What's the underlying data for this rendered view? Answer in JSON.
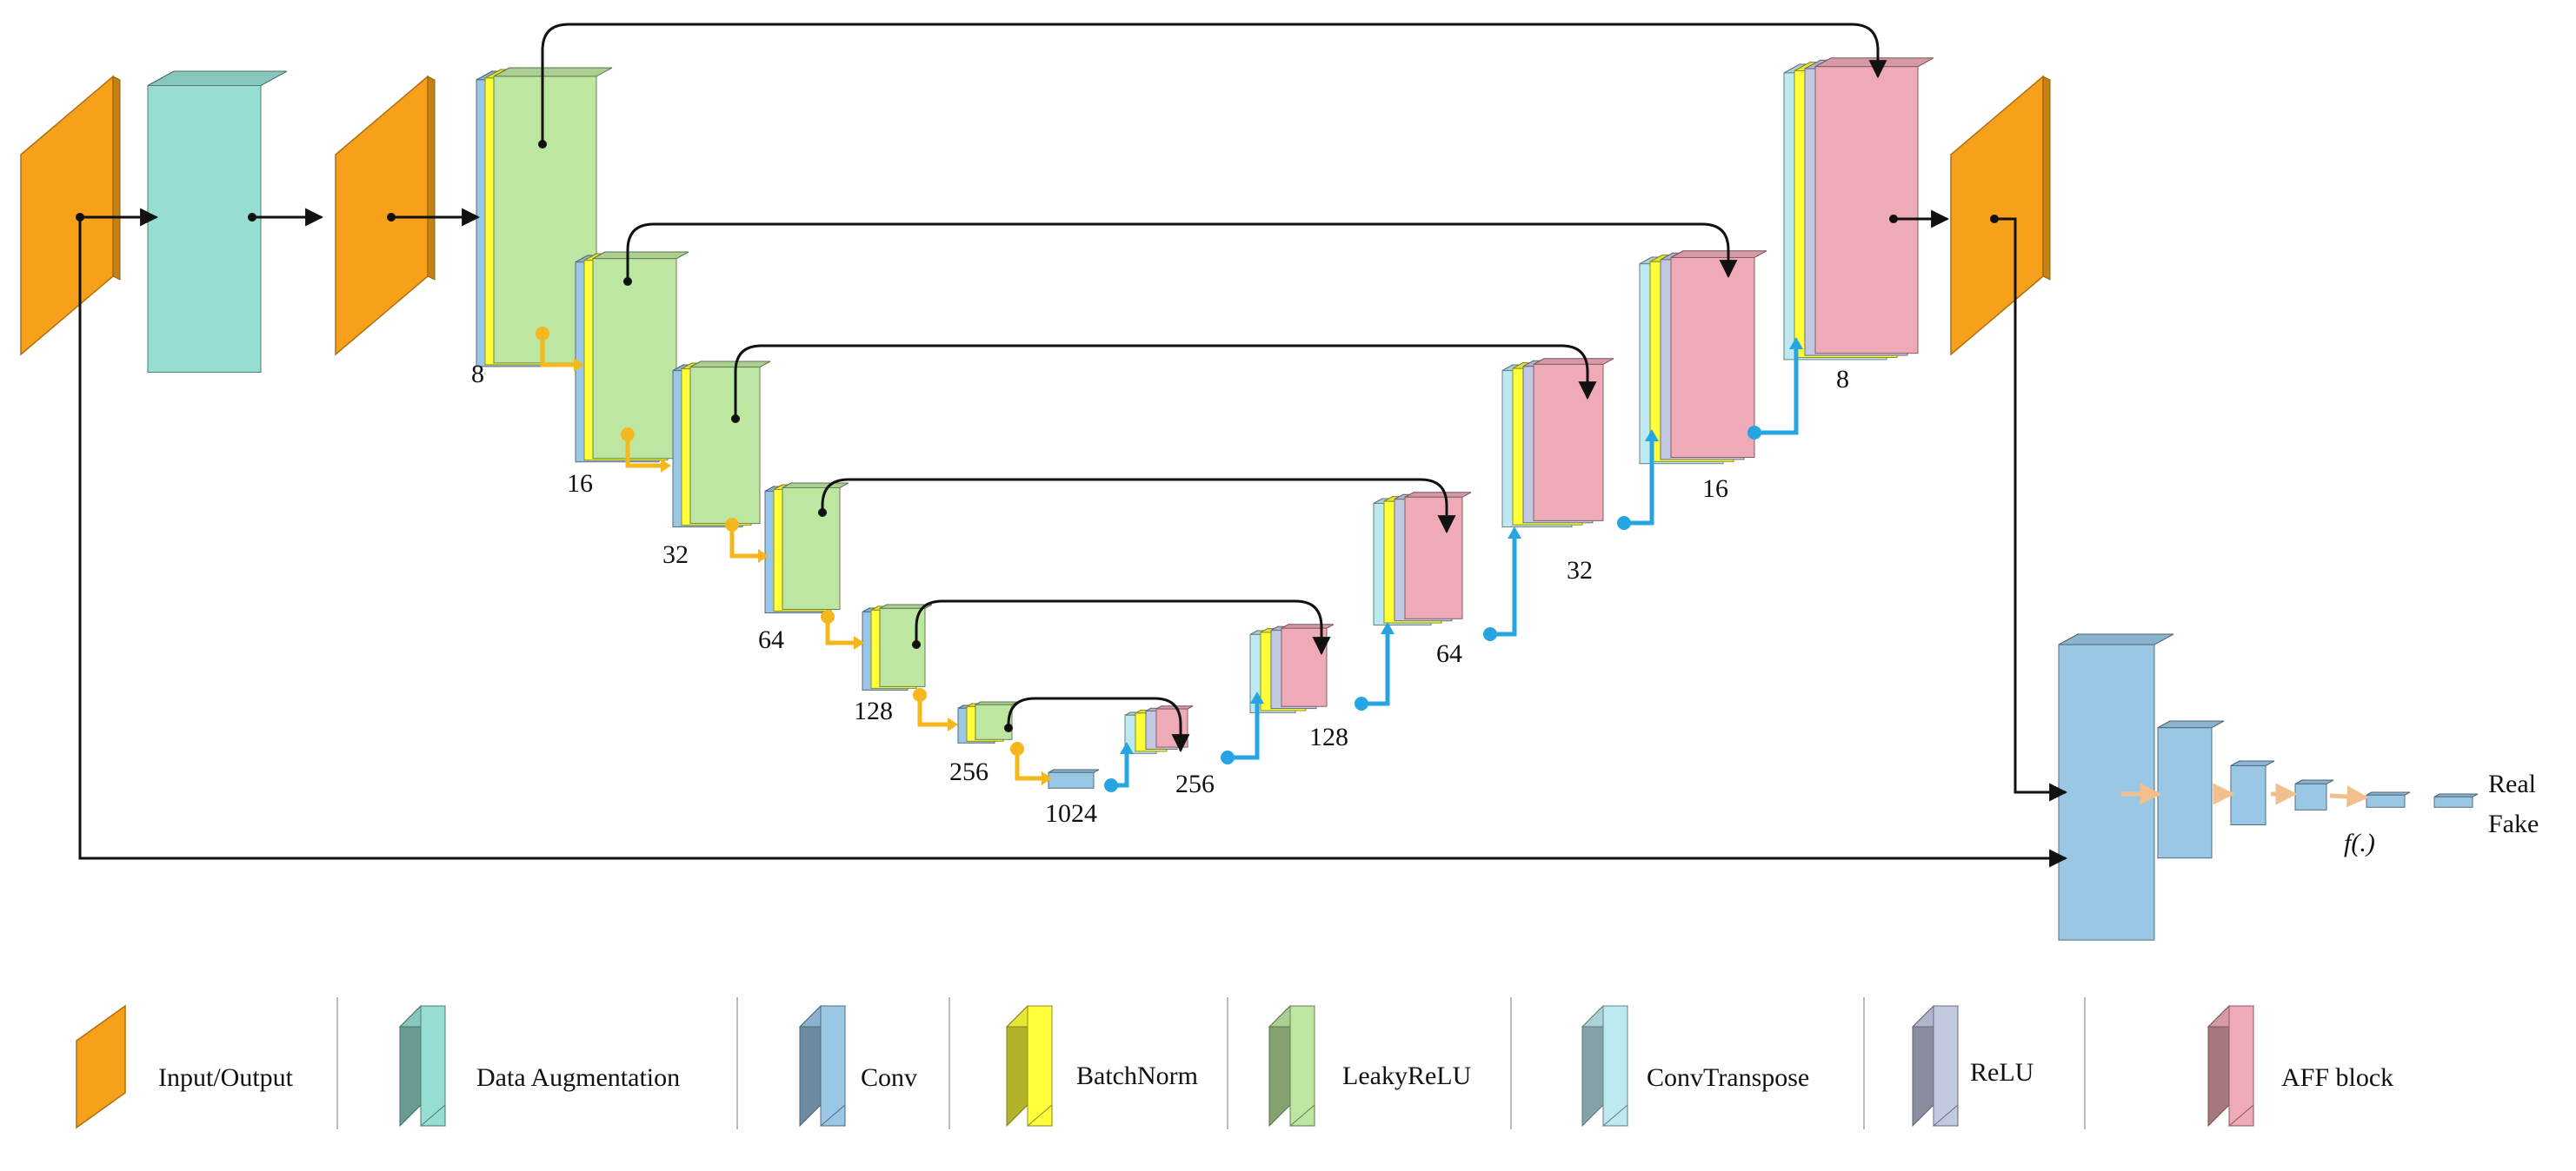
{
  "colors": {
    "io": "#f7a11a",
    "aug": "#96ddd2",
    "conv": "#9ac7e6",
    "bn": "#ffff3a",
    "leaky": "#bde6a0",
    "convT": "#bde9f1",
    "relu": "#c4c9e2",
    "aff": "#eeaab7",
    "down_arrow": "#f4b81e",
    "up_arrow": "#27a5e2",
    "skip": "#111111",
    "disc_arrow": "#f3bf8d"
  },
  "encoder_labels": [
    "8",
    "16",
    "32",
    "64",
    "128",
    "256"
  ],
  "bottleneck_label": "1024",
  "decoder_labels": [
    "256",
    "128",
    "64",
    "32",
    "16",
    "8"
  ],
  "discriminator": {
    "function_label": "f(.)",
    "real_label": "Real",
    "fake_label": "Fake"
  },
  "legend": [
    {
      "icon": "io-block-icon",
      "color_key": "io",
      "label": "Input/Output"
    },
    {
      "icon": "data-augmentation-block-icon",
      "color_key": "aug",
      "label": "Data Augmentation"
    },
    {
      "icon": "conv-block-icon",
      "color_key": "conv",
      "label": "Conv"
    },
    {
      "icon": "batchnorm-block-icon",
      "color_key": "bn",
      "label": "BatchNorm"
    },
    {
      "icon": "leakyrelu-block-icon",
      "color_key": "leaky",
      "label": "LeakyReLU"
    },
    {
      "icon": "convtranspose-block-icon",
      "color_key": "convT",
      "label": "ConvTranspose"
    },
    {
      "icon": "relu-block-icon",
      "color_key": "relu",
      "label": "ReLU"
    },
    {
      "icon": "aff-block-icon",
      "color_key": "aff",
      "label": "AFF block"
    }
  ]
}
